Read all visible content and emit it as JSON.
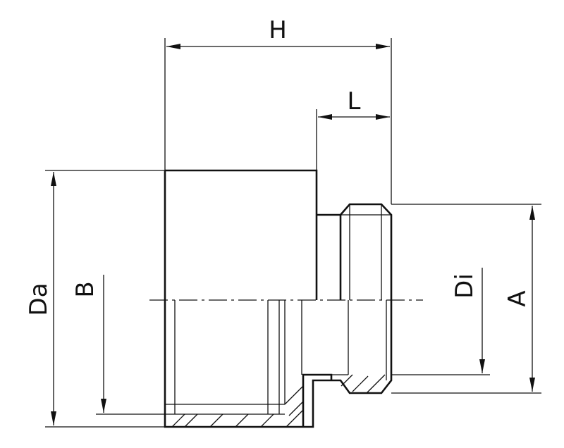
{
  "dimensions": {
    "H": "H",
    "L": "L",
    "Da": "Da",
    "B": "B",
    "Di": "Di",
    "A": "A"
  },
  "colors": {
    "line": "#111111",
    "background": "#ffffff"
  }
}
